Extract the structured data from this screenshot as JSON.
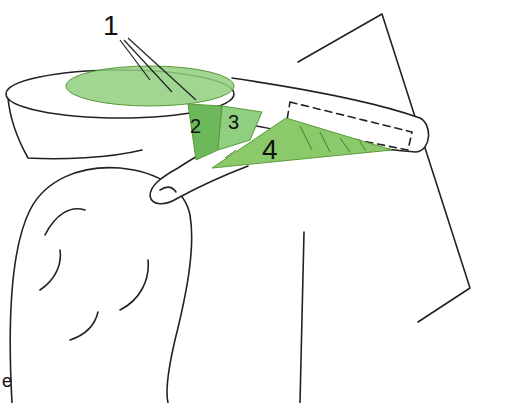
{
  "diagram": {
    "labels": [
      "1",
      "2",
      "3",
      "4",
      "e"
    ]
  }
}
